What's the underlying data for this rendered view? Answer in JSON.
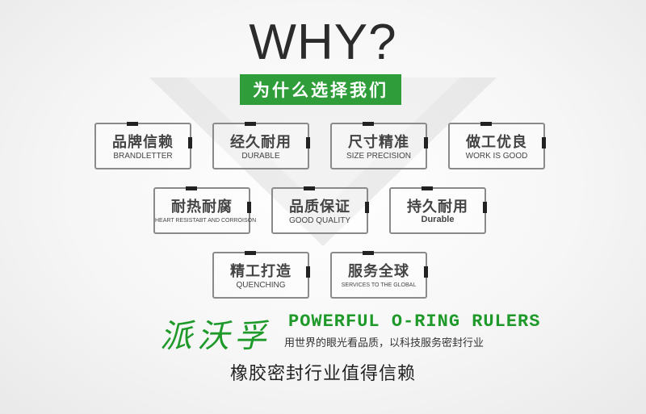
{
  "headline": "WHY?",
  "banner": "为什么选择我们",
  "cards": [
    {
      "title": "品牌信赖",
      "sub": "BRANDLETTER"
    },
    {
      "title": "经久耐用",
      "sub": "DURABLE"
    },
    {
      "title": "尺寸精准",
      "sub": "SIZE PRECISION"
    },
    {
      "title": "做工优良",
      "sub": "WORK IS GOOD"
    },
    {
      "title": "耐热耐腐",
      "sub": "HEART RESISTABT AND CORROISON"
    },
    {
      "title": "品质保证",
      "sub": "GOOD QUALITY"
    },
    {
      "title": "持久耐用",
      "sub": "Durable"
    },
    {
      "title": "精工打造",
      "sub": "QUENCHING"
    },
    {
      "title": "服务全球",
      "sub": "SERVICES TO THE GLOBAL"
    }
  ],
  "brand": {
    "name": "派沃孚",
    "tagline": "POWERFUL O-RING RULERS",
    "slogan": "用世界的眼光看品质，以科技服务密封行业"
  },
  "footer": "橡胶密封行业值得信赖",
  "colors": {
    "accent": "#2f9e3a",
    "brand": "#1f9a2a",
    "text": "#2b2b2b"
  }
}
